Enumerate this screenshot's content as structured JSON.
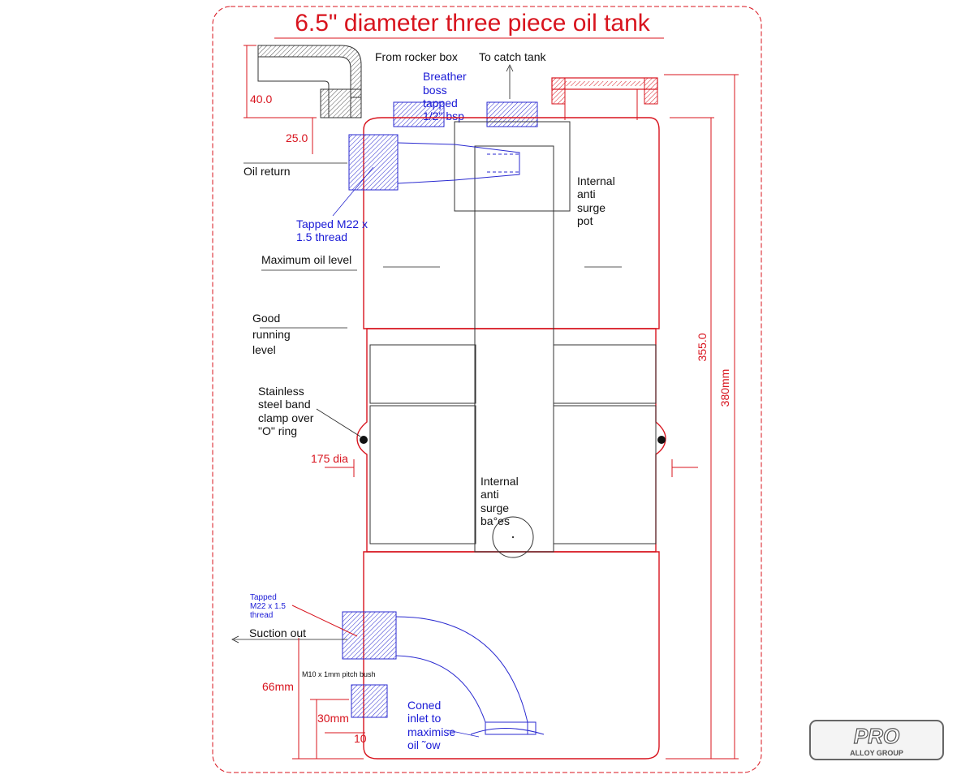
{
  "title": "6.5\" diameter three piece oil tank",
  "labels": {
    "from_rocker_box": "From rocker box",
    "to_catch_tank": "To catch tank",
    "breather_l1": "Breather",
    "breather_l2": "boss",
    "breather_l3": "tapped",
    "breather_l4": "1/2\" bsp",
    "oil_return": "Oil return",
    "tapped_top_l1": "Tapped M22 x",
    "tapped_top_l2": "1.5 thread",
    "internal_pot_l1": "Internal",
    "internal_pot_l2": "anti",
    "internal_pot_l3": "surge",
    "internal_pot_l4": "pot",
    "max_oil_level": "Maximum oil level",
    "good_l1": "Good",
    "good_l2": "running",
    "good_l3": "level",
    "stainless_l1": "Stainless",
    "stainless_l2": "steel band",
    "stainless_l3": "clamp over",
    "stainless_l4": "\"O\" ring",
    "baffles_l1": "Internal",
    "baffles_l2": "anti",
    "baffles_l3": "surge",
    "baffles_l4": "ba°es",
    "tapped_bot_l1": "Tapped",
    "tapped_bot_l2": "M22 x 1.5",
    "tapped_bot_l3": "thread",
    "suction_out": "Suction out",
    "m10_bush": "M10 x 1mm pitch bush",
    "coned_l1": "Coned",
    "coned_l2": "inlet to",
    "coned_l3": "maximise",
    "coned_l4": "oil ˜ow"
  },
  "dimensions": {
    "d40": "40.0",
    "d25": "25.0",
    "d175": "175 dia",
    "d355": "355.0",
    "d380": "380mm",
    "d66": "66mm",
    "d30": "30mm",
    "d10": "10"
  },
  "logo": {
    "line1": "PRO",
    "line2": "ALLOY GROUP"
  },
  "colors": {
    "red": "#d8141e",
    "blue": "#1a1ad6",
    "black": "#111111"
  }
}
